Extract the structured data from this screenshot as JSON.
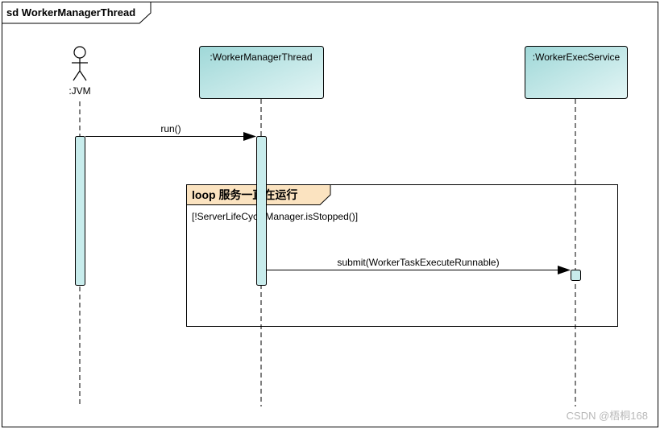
{
  "frame": {
    "title": "sd WorkerManagerThread"
  },
  "lifelines": [
    {
      "id": "jvm",
      "label": ":JVM",
      "kind": "actor"
    },
    {
      "id": "wmt",
      "label": ":WorkerManagerThread",
      "kind": "object"
    },
    {
      "id": "wes",
      "label": ":WorkerExecService",
      "kind": "object"
    }
  ],
  "messages": [
    {
      "label": "run()",
      "from": "jvm",
      "to": "wmt"
    },
    {
      "label": "submit(WorkerTaskExecuteRunnable)",
      "from": "wmt",
      "to": "wes"
    }
  ],
  "fragment": {
    "operator": "loop",
    "name": "服务一直在运行",
    "guard": "[!ServerLifeCycleManager.isStopped()]"
  },
  "watermark": "CSDN @梧桐168",
  "colors": {
    "lifeline_fill_start": "#a8dcdc",
    "lifeline_fill_end": "#e0f4f4",
    "fragment_tag_fill": "#fbe3c0",
    "activation_fill": "#c8ecec",
    "frame_stroke": "#000000"
  }
}
